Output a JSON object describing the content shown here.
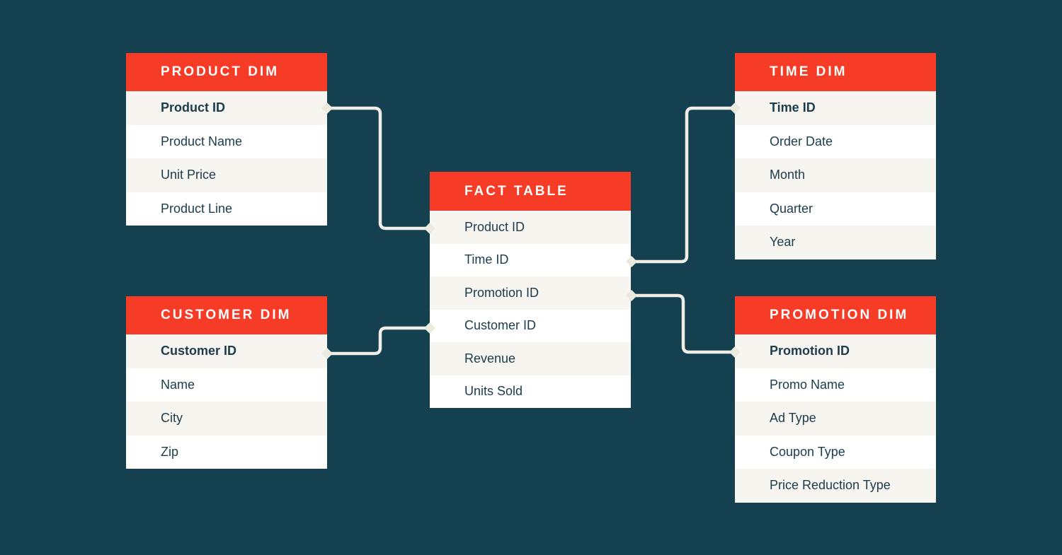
{
  "colors": {
    "background": "#14404f",
    "accent_red": "#f63b26",
    "row_offwhite": "#f7f5f0",
    "row_white": "#ffffff",
    "text_dark": "#1c3b4b",
    "connector": "#f1eee7"
  },
  "tables": [
    {
      "id": "product-dim",
      "title": "PRODUCT DIM",
      "fields": [
        {
          "label": "Product ID",
          "key": true
        },
        {
          "label": "Product Name",
          "key": false
        },
        {
          "label": "Unit Price",
          "key": false
        },
        {
          "label": "Product Line",
          "key": false
        }
      ]
    },
    {
      "id": "fact-table",
      "title": "FACT TABLE",
      "fields": [
        {
          "label": "Product ID",
          "key": false
        },
        {
          "label": "Time ID",
          "key": false
        },
        {
          "label": "Promotion ID",
          "key": false
        },
        {
          "label": "Customer ID",
          "key": false
        },
        {
          "label": "Revenue",
          "key": false
        },
        {
          "label": "Units Sold",
          "key": false
        }
      ]
    },
    {
      "id": "time-dim",
      "title": "TIME DIM",
      "fields": [
        {
          "label": "Time ID",
          "key": true
        },
        {
          "label": "Order Date",
          "key": false
        },
        {
          "label": "Month",
          "key": false
        },
        {
          "label": "Quarter",
          "key": false
        },
        {
          "label": "Year",
          "key": false
        }
      ]
    },
    {
      "id": "customer-dim",
      "title": "CUSTOMER DIM",
      "fields": [
        {
          "label": "Customer ID",
          "key": true
        },
        {
          "label": "Name",
          "key": false
        },
        {
          "label": "City",
          "key": false
        },
        {
          "label": "Zip",
          "key": false
        }
      ]
    },
    {
      "id": "promotion-dim",
      "title": "PROMOTION DIM",
      "fields": [
        {
          "label": "Promotion ID",
          "key": true
        },
        {
          "label": "Promo Name",
          "key": false
        },
        {
          "label": "Ad Type",
          "key": false
        },
        {
          "label": "Coupon Type",
          "key": false
        },
        {
          "label": "Price Reduction Type",
          "key": false
        }
      ]
    }
  ],
  "connections": [
    {
      "from": "PRODUCT DIM.Product ID",
      "to": "FACT TABLE.Product ID"
    },
    {
      "from": "TIME DIM.Time ID",
      "to": "FACT TABLE.Time ID"
    },
    {
      "from": "CUSTOMER DIM.Customer ID",
      "to": "FACT TABLE.Customer ID"
    },
    {
      "from": "PROMOTION DIM.Promotion ID",
      "to": "FACT TABLE.Promotion ID"
    }
  ]
}
